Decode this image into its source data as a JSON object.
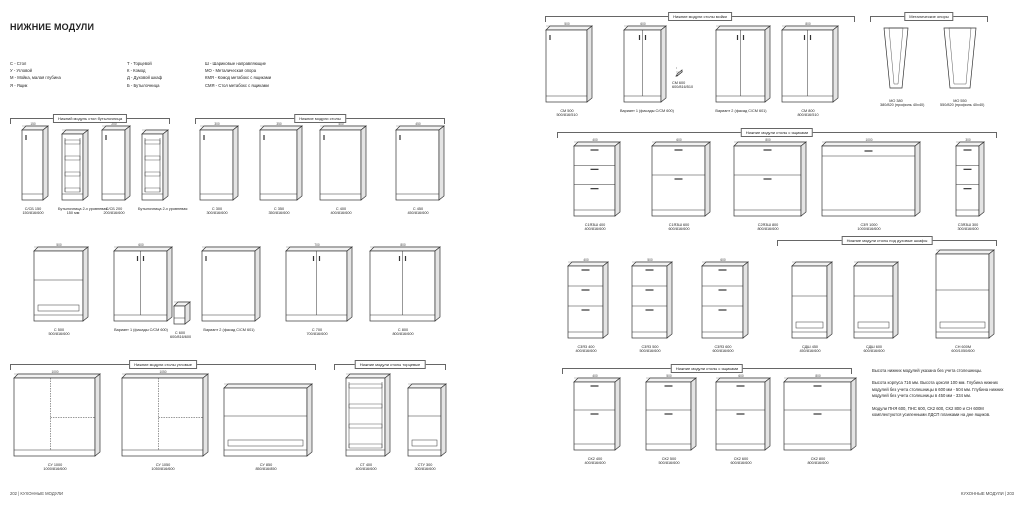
{
  "left_page": {
    "title": "НИЖНИЕ МОДУЛИ",
    "legend_col1": [
      "С - Стол",
      "У - Угловой",
      "М - Мойка, малая глубина",
      "Я - Ящик"
    ],
    "legend_col2": [
      "Т - Торцевой",
      "К - Комод",
      "Д - Духовой шкаф",
      "Б - Бутылочница"
    ],
    "legend_col3": [
      "Ш - Шариковые направляющие",
      "МО - Металическая опора",
      "КМЯ - Комод метабокс с ящиками",
      "СМЯ - Стол метабокс с ящиками"
    ],
    "section_bottle": "Нижний модуль стол бутылочница",
    "section_tables": "Нижние модули столы",
    "section_corner": "Нижние модули столы угловые",
    "section_end": "Нижние модули столы торцевые",
    "cabinets_row1": [
      {
        "dim": "150",
        "name": "С/СБ 150",
        "size": "150/816/600"
      },
      {
        "dim": "",
        "name": "Бутылочница 2-х уровневая",
        "size": "150 мм"
      },
      {
        "dim": "200",
        "name": "С/СБ 200",
        "size": "200/816/600"
      },
      {
        "dim": "",
        "name": "Бутылочница 2-х уровневая",
        "size": ""
      },
      {
        "dim": "300",
        "name": "С 300",
        "size": "300/816/600"
      },
      {
        "dim": "350",
        "name": "С 350",
        "size": "350/816/600"
      },
      {
        "dim": "400",
        "name": "С 400",
        "size": "400/816/600"
      },
      {
        "dim": "450",
        "name": "С 450",
        "size": "450/816/600"
      }
    ],
    "cabinets_row2": [
      {
        "dim": "500",
        "name": "С 500",
        "size": "500/816/600"
      },
      {
        "dim": "600",
        "name": "Вариант 1 (фасады С/СМ 600)",
        "size": ""
      },
      {
        "dim": "",
        "name": "С 600",
        "size": "600/816/600"
      },
      {
        "dim": "",
        "name": "Вариант 2 (фасад С/СМ 601)",
        "size": ""
      },
      {
        "dim": "700",
        "name": "С 700",
        "size": "700/816/600"
      },
      {
        "dim": "800",
        "name": "С 800",
        "size": "800/816/600"
      }
    ],
    "cabinets_row3": [
      {
        "dim": "1000",
        "name": "СУ 1000",
        "size": "1000/816/600"
      },
      {
        "dim": "1050",
        "name": "СУ 1050",
        "size": "1050/816/600"
      },
      {
        "dim": "",
        "name": "СУ 850",
        "size": "850/816/850"
      },
      {
        "dim": "",
        "name": "СТ 400",
        "size": "400/816/600"
      },
      {
        "dim": "",
        "name": "СТУ 300",
        "size": "300/816/600"
      }
    ],
    "footer": "202 | КУХОННЫЕ МОДУЛИ"
  },
  "right_page": {
    "section_sink": "Нижние модули столы мойки",
    "section_supports": "Металические опоры",
    "section_drawers": "Нижние модули столы с ящиками",
    "section_oven": "Нижние модули столы под духовые шкафы",
    "section_drawers2": "Нижние модули столы с ящиками",
    "cabinets_row1": [
      {
        "dim": "500",
        "name": "СМ 500",
        "size": "500/816/510"
      },
      {
        "dim": "600",
        "name": "Вариант 1 (фасады С/СМ 600)",
        "size": ""
      },
      {
        "dim": "",
        "name": "СМ 600",
        "size": "600/816/510"
      },
      {
        "dim": "",
        "name": "Вариант 2 (фасад С/СМ 601)",
        "size": ""
      },
      {
        "dim": "800",
        "name": "СМ 800",
        "size": "800/816/510"
      },
      {
        "dim": "",
        "name": "МО 380",
        "size": "380/820 (профиль 40x40)"
      },
      {
        "dim": "",
        "name": "МО 550",
        "size": "550/820 (профиль 40x40)"
      }
    ],
    "cabinets_row2": [
      {
        "dim": "400",
        "name": "С1Я3Ш 400",
        "size": "400/816/600"
      },
      {
        "dim": "600",
        "name": "С1Я3Ш 600",
        "size": "600/816/600"
      },
      {
        "dim": "800",
        "name": "С2Я3Ш 800",
        "size": "800/816/600"
      },
      {
        "dim": "1000",
        "name": "С3Я 1000",
        "size": "1000/816/600"
      },
      {
        "dim": "300",
        "name": "С3Я3Ш 300",
        "size": "300/816/600"
      }
    ],
    "cabinets_row3": [
      {
        "dim": "400",
        "name": "С3Я3 400",
        "size": "400/816/600"
      },
      {
        "dim": "500",
        "name": "С3Я3 500",
        "size": "500/816/600"
      },
      {
        "dim": "600",
        "name": "С3Я3 600",
        "size": "600/816/600"
      },
      {
        "dim": "",
        "name": "СДШ 450",
        "size": "450/816/600"
      },
      {
        "dim": "",
        "name": "СДШ 600",
        "size": "600/816/600"
      },
      {
        "dim": "",
        "name": "СН 600М",
        "size": "600/1050/600"
      }
    ],
    "cabinets_row4": [
      {
        "dim": "400",
        "name": "СК2 400",
        "size": "400/816/600"
      },
      {
        "dim": "500",
        "name": "СК2 500",
        "size": "500/816/600"
      },
      {
        "dim": "600",
        "name": "СК2 600",
        "size": "600/816/600"
      },
      {
        "dim": "800",
        "name": "СК2 800",
        "size": "800/816/600"
      }
    ],
    "notes": [
      "Высота нижних модулей указана без учета столешницы.",
      "Высота корпуса 716 мм. Высота цоколя 100 мм. Глубина нижних модулей без учета столешницы в 600 мм - 504 мм. Глубина нижних модулей без учета столешницы в 450 мм - 334 мм.",
      "Модули ПНЯ 600, ПНС 600, СК2 600, СК2 800 и СН 600М комплектуются усиленными ЛДСП планками на дне ящиков."
    ],
    "footer": "КУХОННЫЕ МОДУЛИ | 203"
  }
}
